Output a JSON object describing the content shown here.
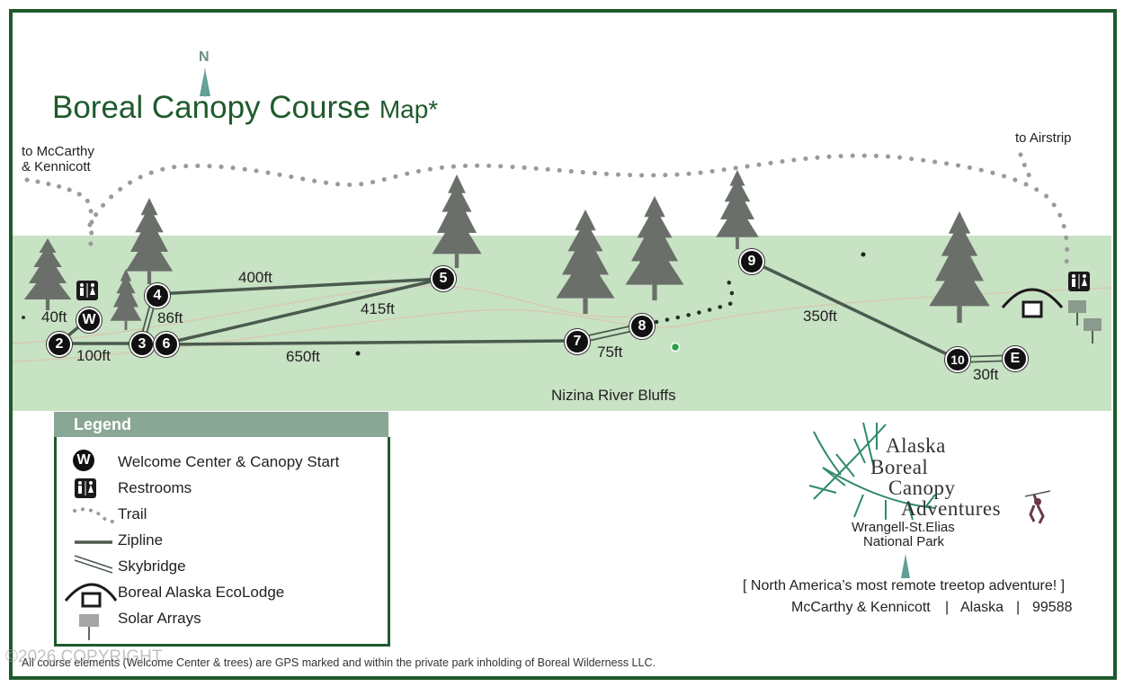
{
  "map": {
    "title_main": "Boreal Canopy Course",
    "title_suffix": "Map*",
    "north_label": "N",
    "region_label": "Nizina River Bluffs",
    "destinations": {
      "left_line1": "to McCarthy",
      "left_line2": "& Kennicott",
      "right": "to Airstrip"
    },
    "stations": [
      "W",
      "2",
      "3",
      "4",
      "5",
      "6",
      "7",
      "8",
      "9",
      "10",
      "E"
    ],
    "distances": {
      "w_2": "40ft",
      "s2_3": "100ft",
      "s3_4": "86ft",
      "s4_5": "400ft",
      "s5_6": "415ft",
      "s6_7": "650ft",
      "s7_8": "75ft",
      "s9_10": "350ft",
      "s10_e": "30ft"
    },
    "colors": {
      "border": "#1f5a2c",
      "band": "#c8e2c4",
      "tree": "#6a6f6a",
      "zipline": "#4b5a4e",
      "trail": "#9a9a9a"
    }
  },
  "legend": {
    "header": "Legend",
    "items": [
      {
        "icon": "welcome-center-icon",
        "glyph": "W",
        "label": "Welcome Center & Canopy Start"
      },
      {
        "icon": "restrooms-icon",
        "label": "Restrooms"
      },
      {
        "icon": "trail-icon",
        "label": "Trail"
      },
      {
        "icon": "zipline-icon",
        "label": "Zipline"
      },
      {
        "icon": "skybridge-icon",
        "label": "Skybridge"
      },
      {
        "icon": "ecolodge-icon",
        "label": "Boreal Alaska EcoLodge"
      },
      {
        "icon": "solar-array-icon",
        "label": "Solar Arrays"
      }
    ]
  },
  "brand": {
    "line1": "Alaska",
    "line2": "Boreal",
    "line3": "Canopy",
    "line4": "Adventures",
    "park_line1": "Wrangell-St.Elias",
    "park_line2": "National Park",
    "tagline": "[ North America’s most remote treetop adventure! ]",
    "address_town": "McCarthy & Kennicott",
    "address_state": "Alaska",
    "address_zip": "99588",
    "address_sep": "|"
  },
  "footer": {
    "note": "All course elements (Welcome Center & trees) are GPS marked and within the private park inholding of Boreal Wilderness LLC.",
    "copyright": "©2026 COPYRIGHT"
  }
}
